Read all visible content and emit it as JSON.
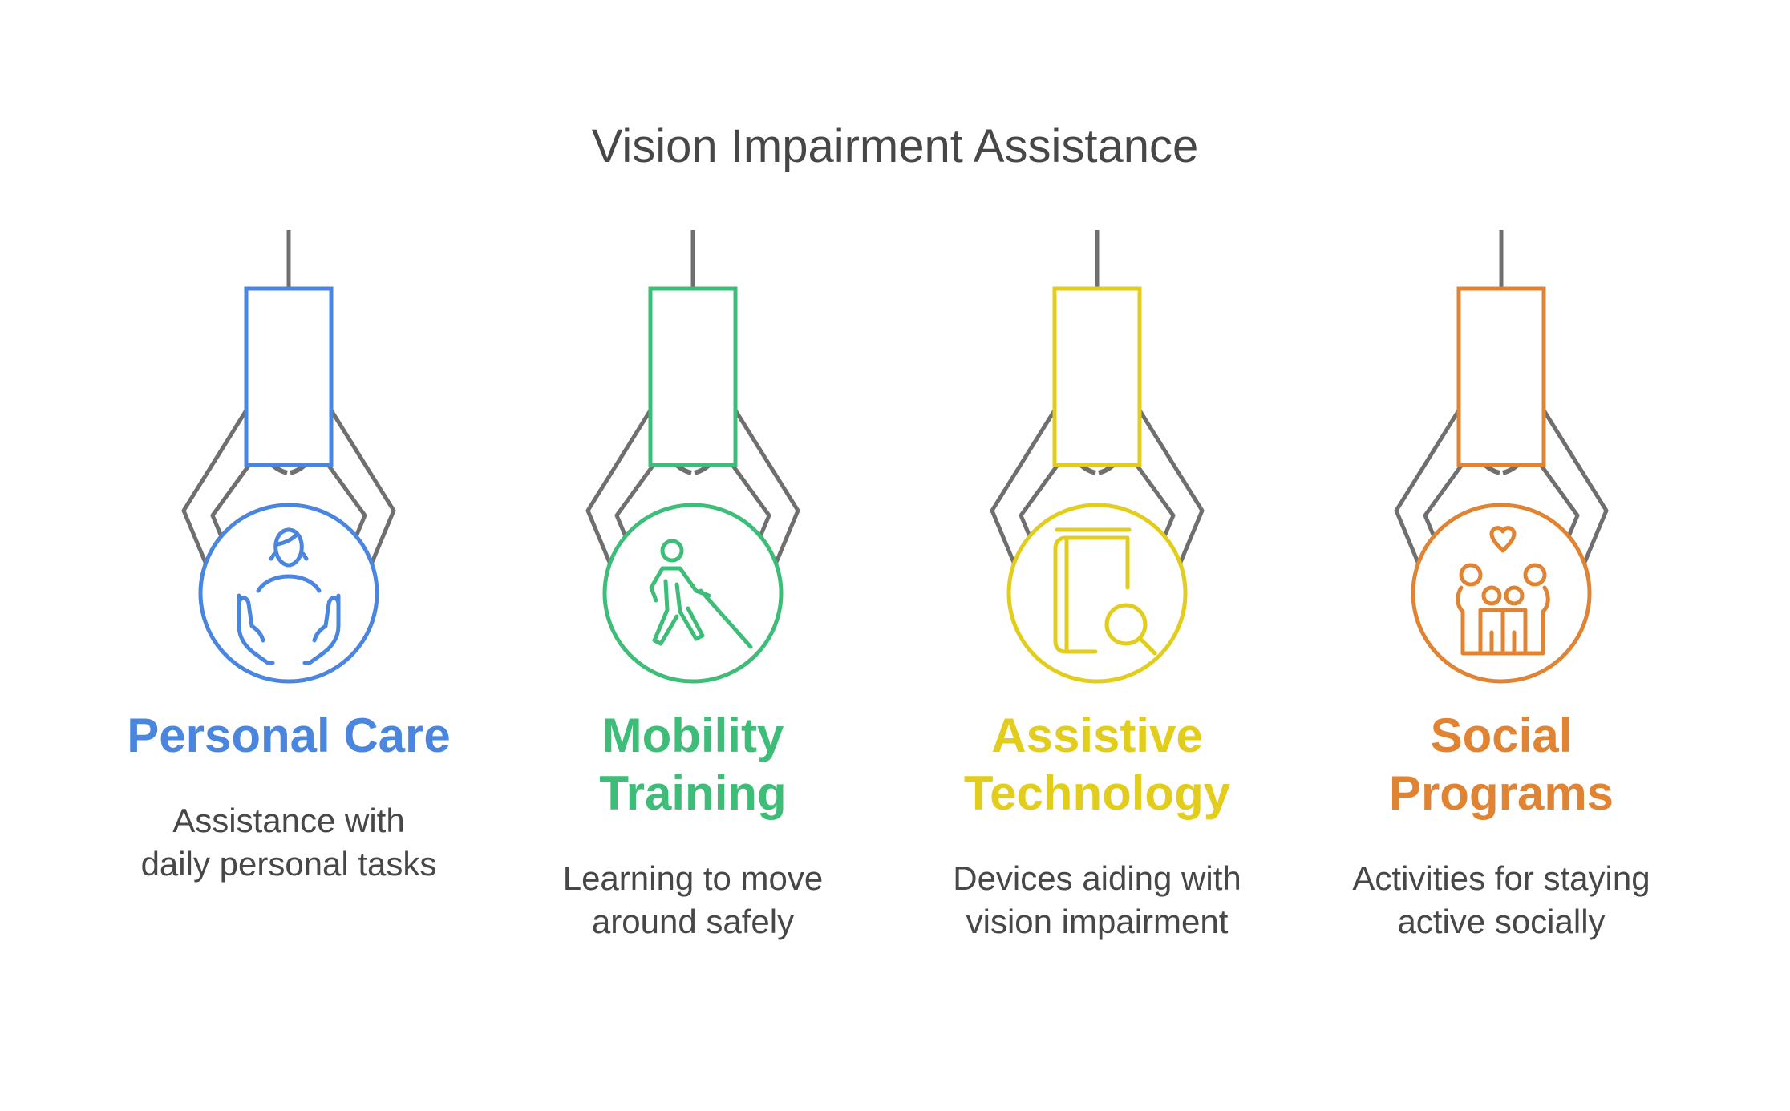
{
  "title": "Vision Impairment Assistance",
  "items": [
    {
      "heading": "Personal Care",
      "description": "Assistance with\ndaily personal tasks",
      "color": "#4a86e0",
      "icon": "caregiver-hands-icon"
    },
    {
      "heading": "Mobility\nTraining",
      "description": "Learning to move\naround safely",
      "color": "#3dbd78",
      "icon": "person-with-cane-icon"
    },
    {
      "heading": "Assistive\nTechnology",
      "description": "Devices aiding with\nvision impairment",
      "color": "#e2cc1c",
      "icon": "book-magnifier-icon"
    },
    {
      "heading": "Social\nPrograms",
      "description": "Activities for staying\nactive socially",
      "color": "#e08434",
      "icon": "family-heart-icon"
    }
  ],
  "colors": {
    "text": "#474747",
    "claw": "#6f6f6f"
  }
}
